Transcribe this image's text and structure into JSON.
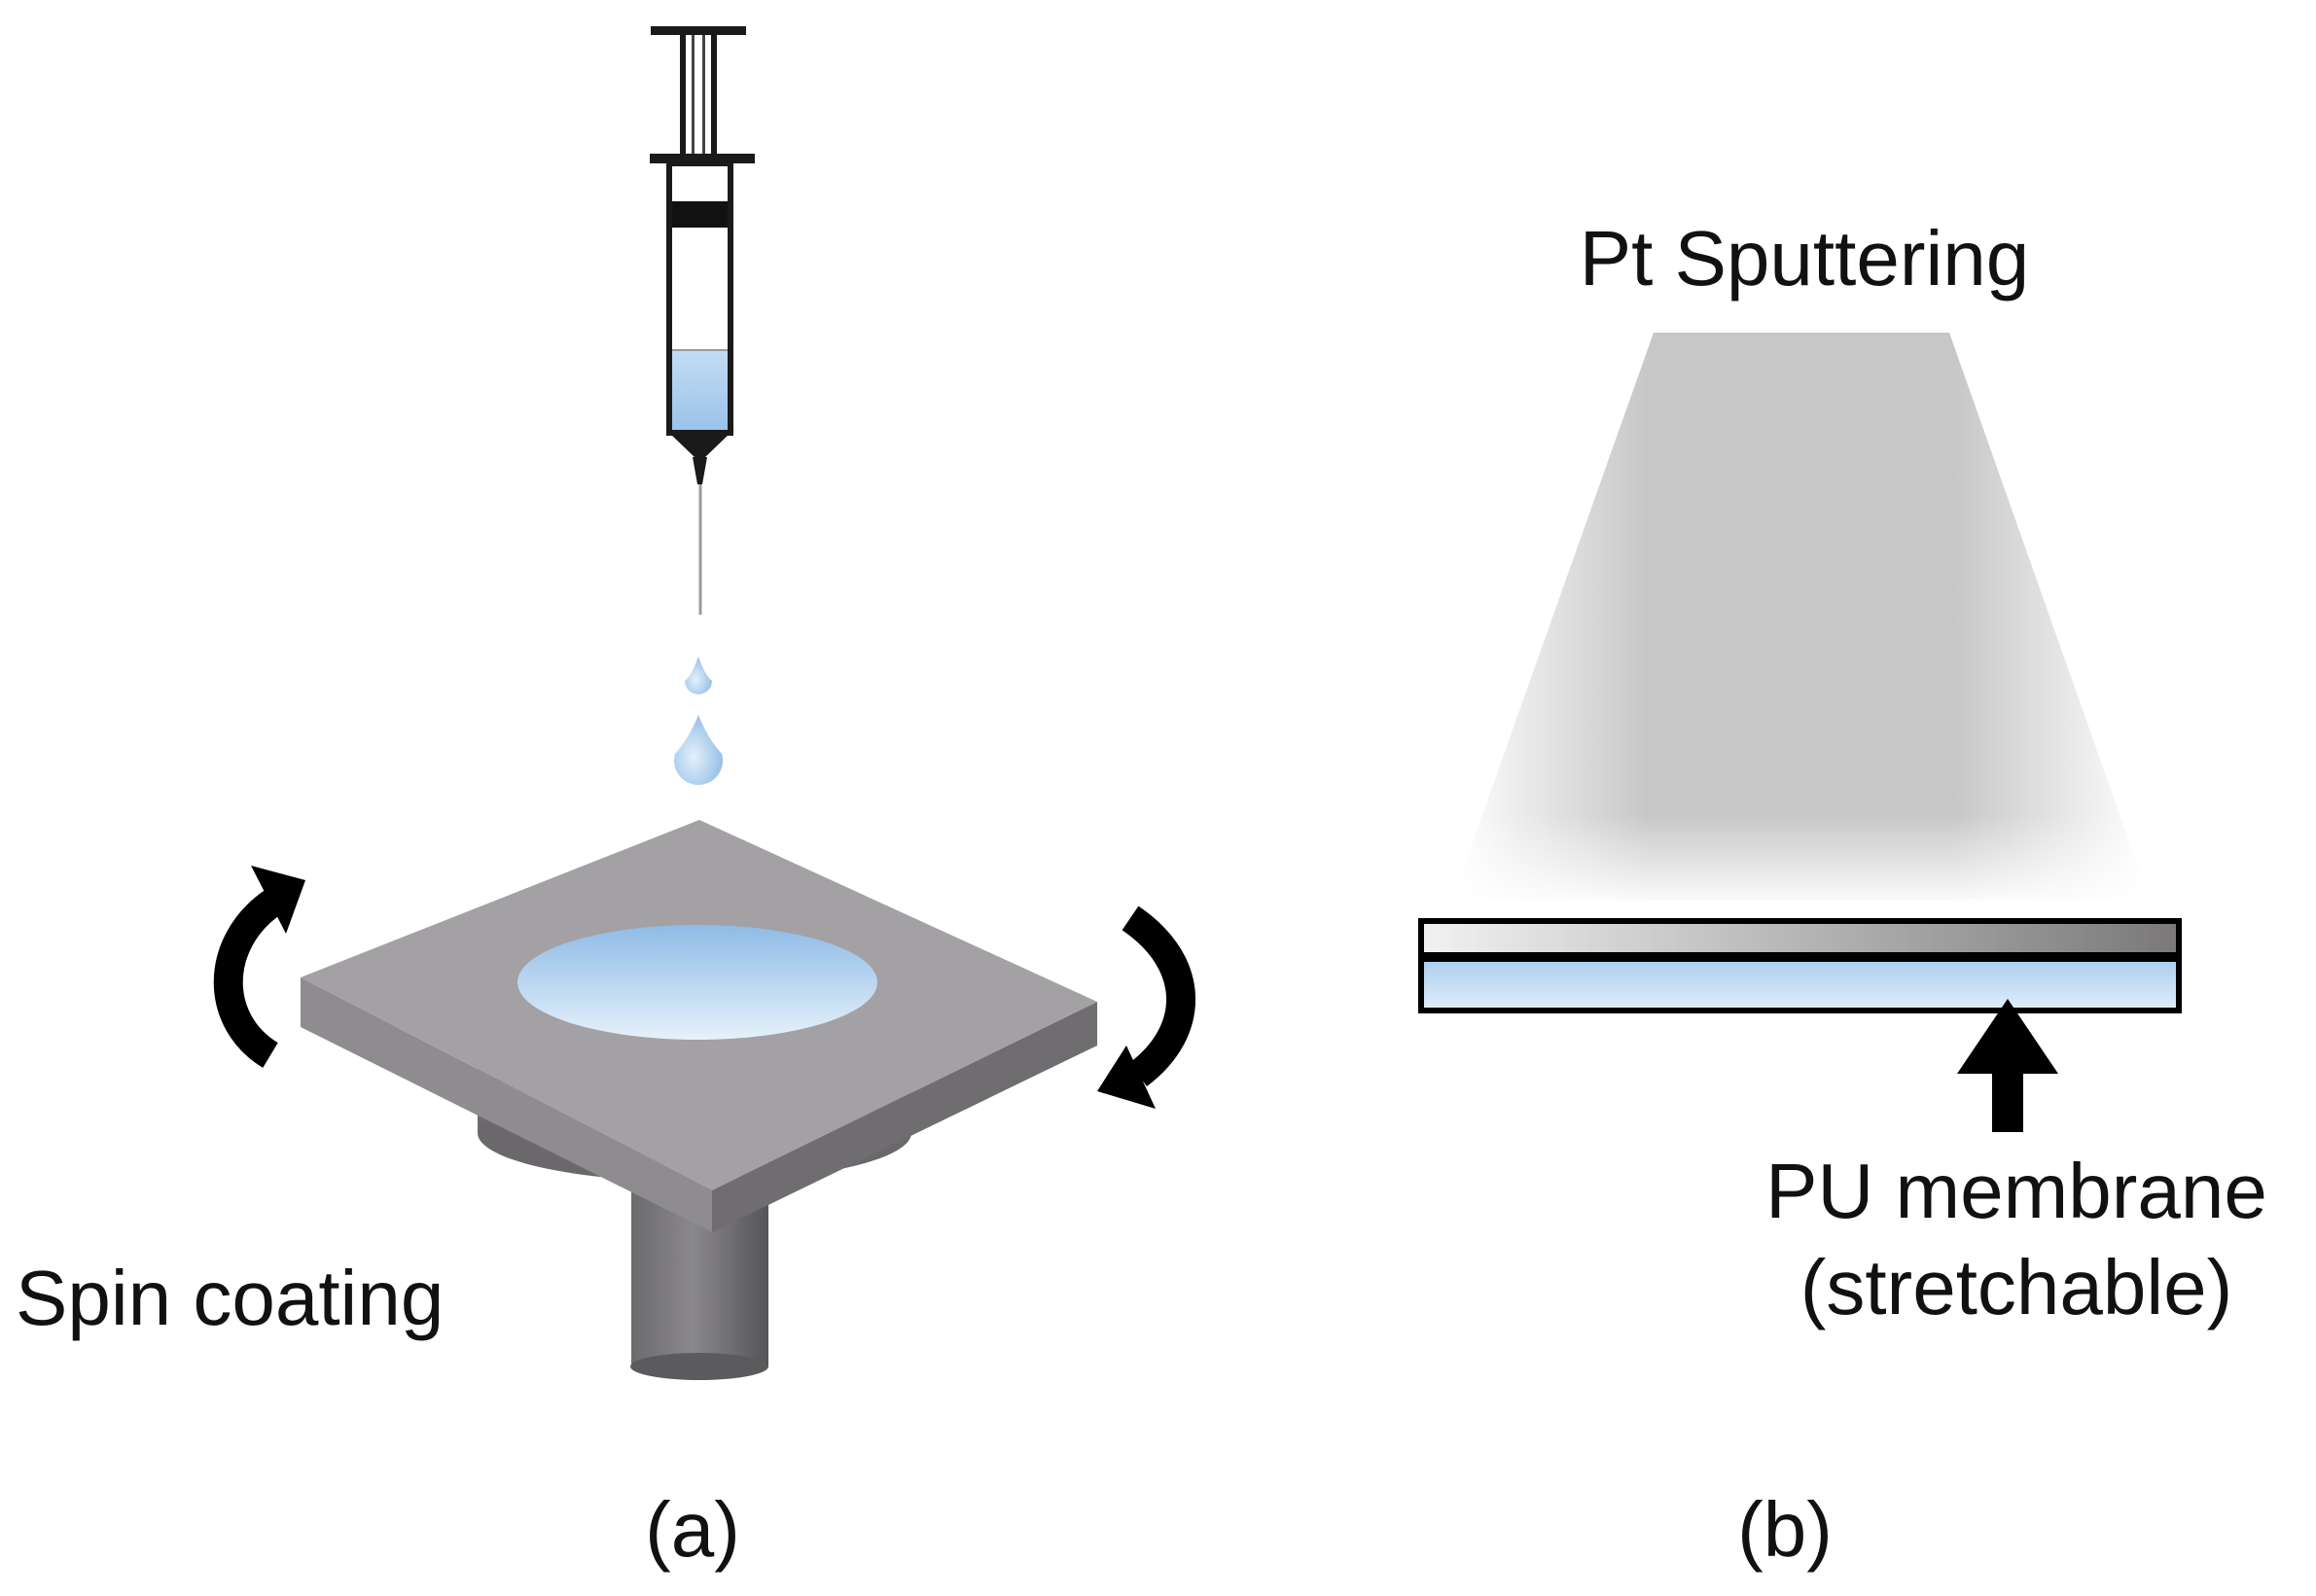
{
  "panel_a": {
    "process_label": "Spin coating",
    "caption": "(a)"
  },
  "panel_b": {
    "process_label": "Pt Sputtering",
    "membrane_label_line1": "PU membrane",
    "membrane_label_line2": "(stretchable)",
    "caption": "(b)"
  },
  "colors": {
    "liquid": "#a9cdef",
    "plate_top": "#a19fa3",
    "plate_side": "#7c7a7d",
    "sputter_beam": "#c8c7c8",
    "arrow": "#000000"
  }
}
